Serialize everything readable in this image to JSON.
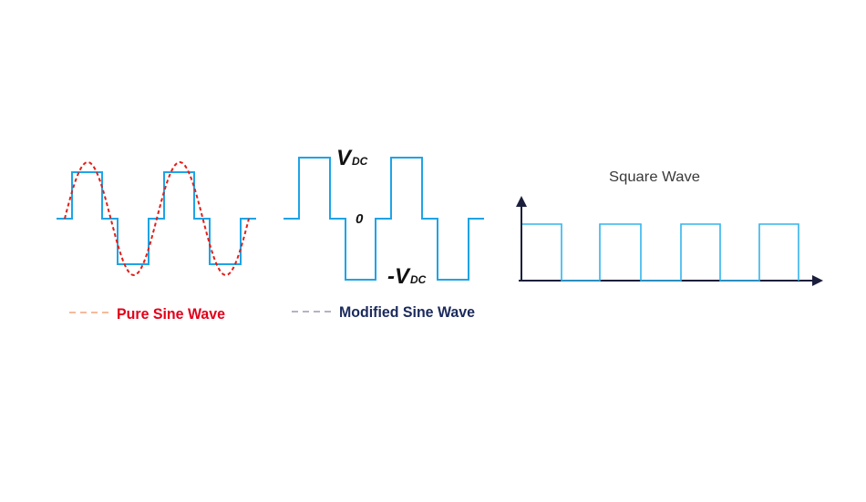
{
  "legend": {
    "pure_sine": "Pure Sine Wave",
    "modified_sine": "Modified Sine Wave"
  },
  "modified_labels": {
    "vdc_main": "V",
    "vdc_sub": "DC",
    "zero": "0",
    "neg_vdc_main": "-V",
    "neg_vdc_sub": "DC"
  },
  "square": {
    "title": "Square Wave"
  },
  "colors": {
    "wave_blue": "#1ea4e6",
    "sine_red": "#e0201a",
    "pure_label": "#e2001a",
    "pure_dash": "#f4a37a",
    "modified_label": "#1b2a5c",
    "modified_dash": "#9a9ab4",
    "axis": "#1b1f3c",
    "title": "#3a3a3a"
  }
}
